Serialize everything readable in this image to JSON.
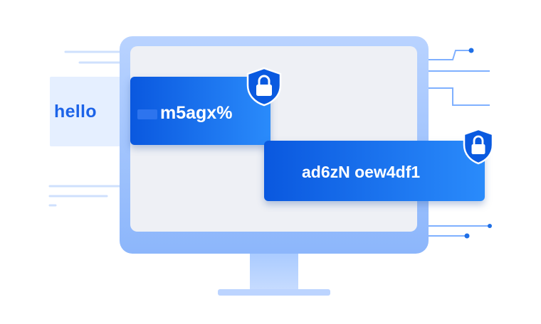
{
  "plain_text": "hello",
  "encrypted_1": "m5agx%",
  "encrypted_2": "ad6zN oew4df1",
  "icons": [
    "lock-shield-icon",
    "lock-shield-icon"
  ],
  "colors": {
    "accent_blue": "#1c63e8",
    "card_gradient_start": "#0a58df",
    "card_gradient_end": "#2a8bfb",
    "monitor": "#a8c8ff",
    "screen": "#eef0f5"
  }
}
